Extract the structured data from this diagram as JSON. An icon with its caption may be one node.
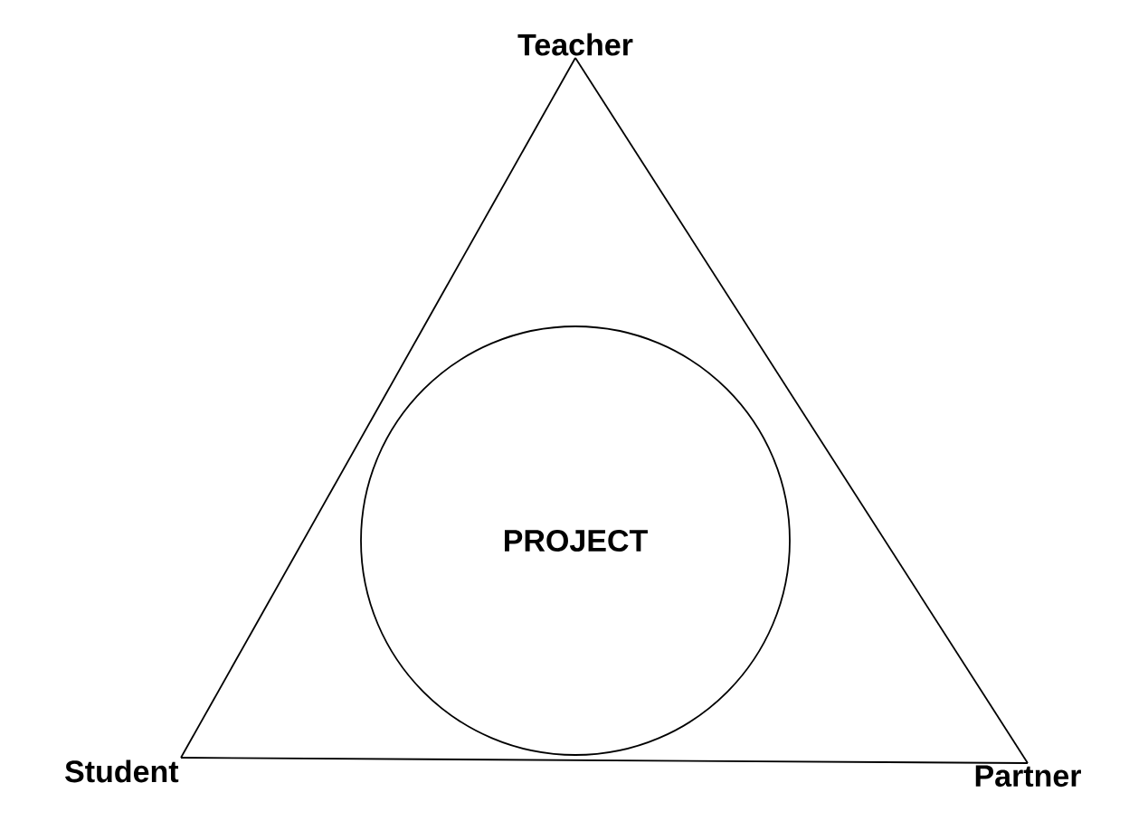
{
  "diagram": {
    "nodes": [
      {
        "text": [
          "Teacher"
        ]
      },
      {
        "text": [
          "Student"
        ]
      },
      {
        "text": [
          "Partner"
        ]
      },
      {
        "text": [
          "PROJECT"
        ]
      }
    ],
    "edges": [
      {
        "from": 0,
        "to": 1,
        "arrow": "none"
      },
      {
        "from": 1,
        "to": 2,
        "arrow": "none"
      },
      {
        "from": 2,
        "to": 0,
        "arrow": "none"
      }
    ]
  }
}
